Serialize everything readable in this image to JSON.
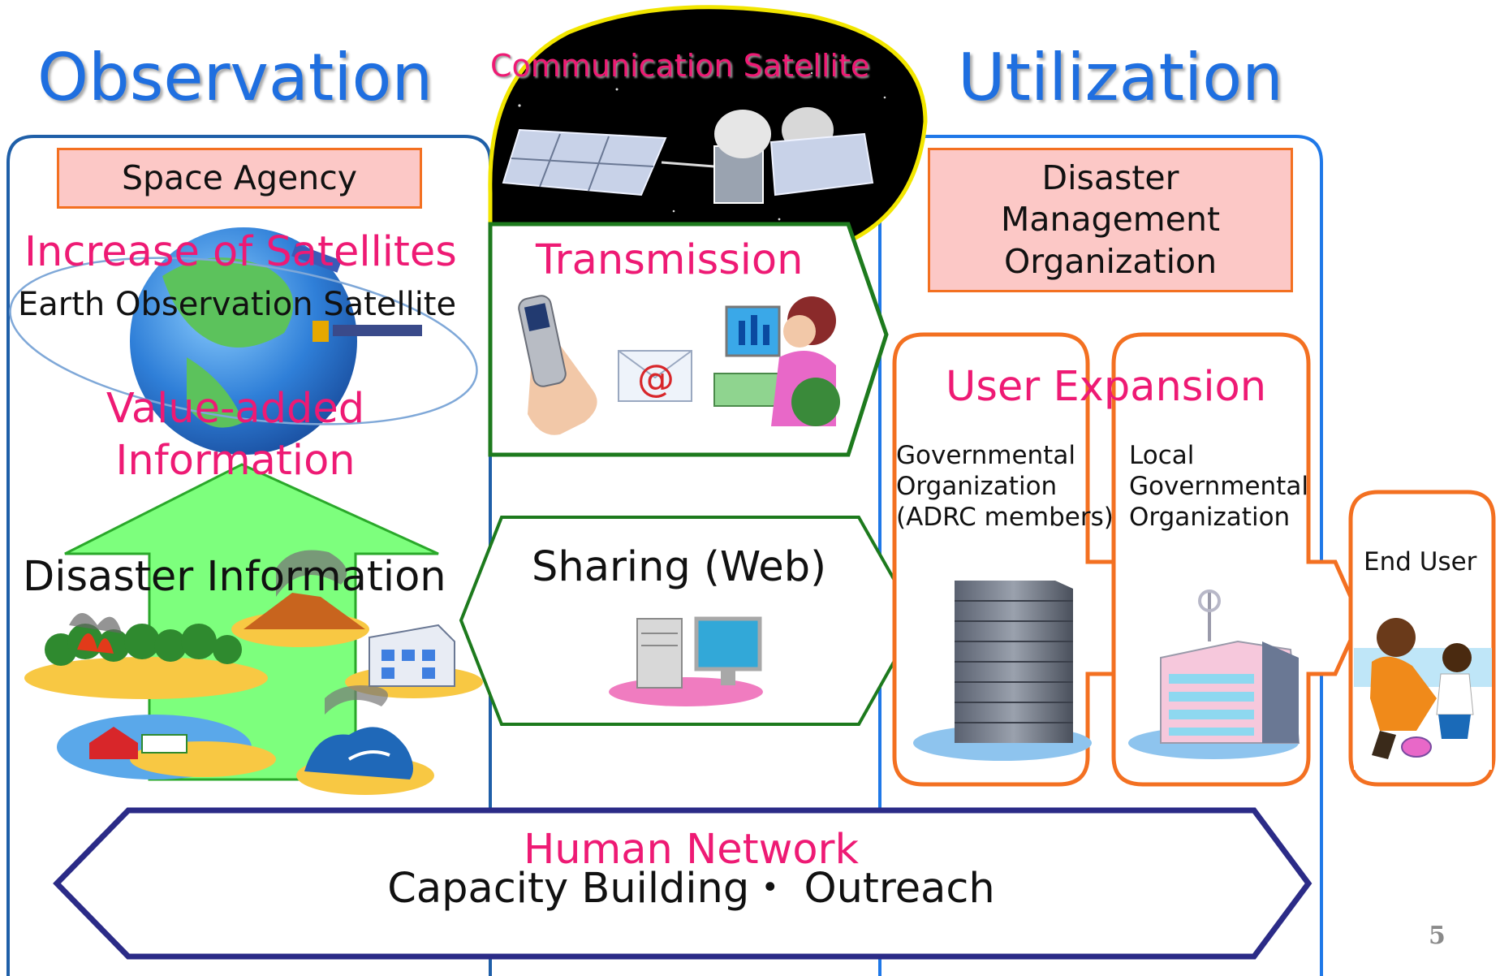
{
  "colors": {
    "title_blue": "#1f6fe0",
    "accent_pink": "#ee1a74",
    "box_fill": "#fcc8c6",
    "box_border": "#f37021",
    "panel_border": "#1f5fa8",
    "utilization_border": "#1f78e8",
    "transmission_border": "#1d7a1d",
    "network_border": "#2b2b87",
    "arrow_green": "#7dff7d"
  },
  "diagram": {
    "observation_title": "Observation",
    "utilization_title": "Utilization",
    "communication_satellite": "Communication Satellite",
    "space_agency": "Space Agency",
    "increase_of_satellites": "Increase of Satellites",
    "earth_observation_satellite": "Earth Observation Satellite",
    "value_added_line1": "Value-added",
    "value_added_line2": "Information",
    "disaster_information": "Disaster Information",
    "transmission": "Transmission",
    "at_symbol": "@",
    "sharing_web": "Sharing (Web)",
    "dmo_line1": "Disaster",
    "dmo_line2": "Management",
    "dmo_line3": "Organization",
    "user_expansion": "User Expansion",
    "gov_line1": "Governmental",
    "gov_line2": "Organization",
    "gov_line3": "(ADRC members)",
    "local_line1": "Local",
    "local_line2": "Governmental",
    "local_line3": "Organization",
    "end_user": "End User",
    "human_network": "Human Network",
    "capacity_building": "Capacity Building・ Outreach",
    "page_number": "5"
  },
  "icons": [
    "communication-satellite-icon",
    "earth-globe-icon",
    "observation-satellite-icon",
    "mobile-phone-icon",
    "email-envelope-icon",
    "computer-user-icon",
    "forest-fire-icon",
    "volcano-icon",
    "damaged-building-icon",
    "flood-icon",
    "tsunami-icon",
    "web-server-icon",
    "office-tower-icon",
    "government-building-icon",
    "end-user-family-icon"
  ]
}
